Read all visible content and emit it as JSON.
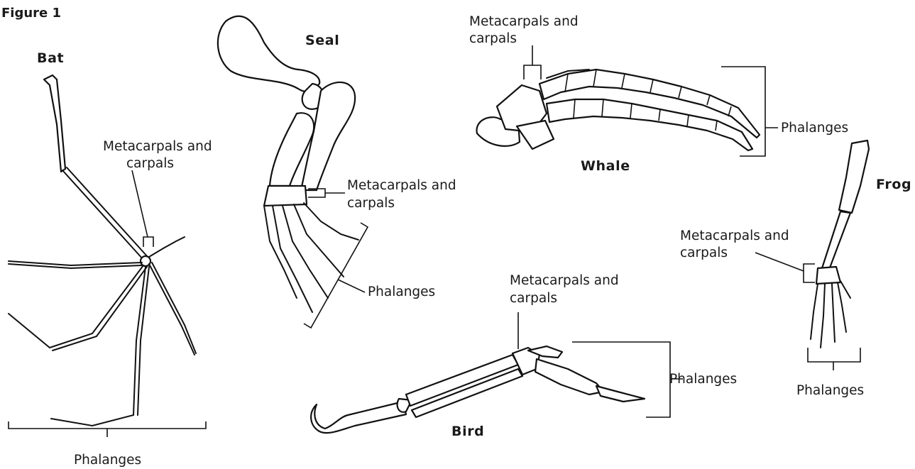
{
  "figure_title": "Figure 1",
  "animals": {
    "bat": "Bat",
    "seal": "Seal",
    "whale": "Whale",
    "frog": "Frog",
    "bird": "Bird"
  },
  "labels": {
    "metacarpals_line1": "Metacarpals and",
    "metacarpals_line2": "carpals",
    "phalanges": "Phalanges"
  }
}
